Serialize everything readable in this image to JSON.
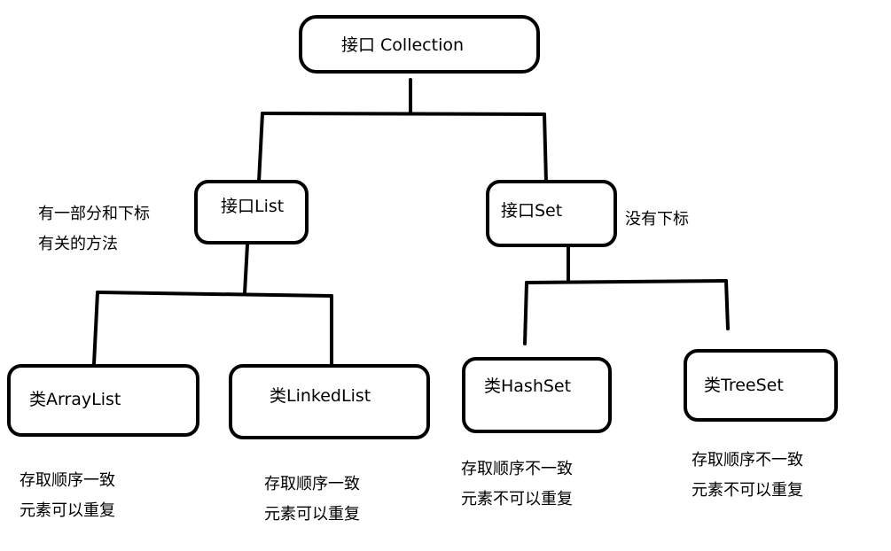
{
  "nodes": {
    "collection": "接口 Collection",
    "list": "接口List",
    "set": "接口Set",
    "arraylist": "类ArrayList",
    "linkedlist": "类LinkedList",
    "hashset": "类HashSet",
    "treeset": "类TreeSet"
  },
  "notes": {
    "list_note": [
      "有一部分和下标",
      "有关的方法"
    ],
    "set_note": "没有下标",
    "arraylist_note": [
      "存取顺序一致",
      "元素可以重复"
    ],
    "linkedlist_note": [
      "存取顺序一致",
      "元素可以重复"
    ],
    "hashset_note": [
      "存取顺序不一致",
      "元素不可以重复"
    ],
    "treeset_note": [
      "存取顺序不一致",
      "元素不可以重复"
    ]
  }
}
